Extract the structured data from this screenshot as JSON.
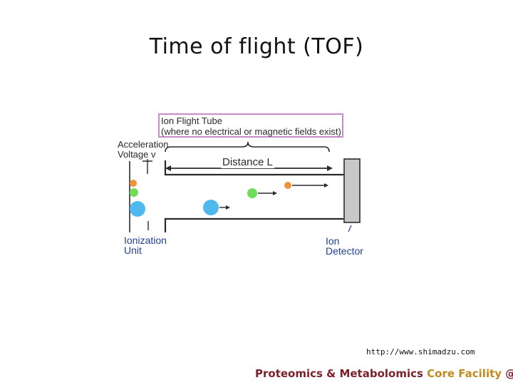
{
  "slide": {
    "title": "Time of flight (TOF)"
  },
  "diagram": {
    "tube_caption_line1": "Ion Flight Tube",
    "tube_caption_line2": "(where no electrical or magnetic fields exist)",
    "acceleration_line1": "Acceleration",
    "acceleration_line2": "Voltage v",
    "distance_label": "Distance L",
    "ionization_line1": "Ionization",
    "ionization_line2": "Unit",
    "detector_line1": "Ion",
    "detector_line2": "Detector",
    "colors": {
      "caption_border": "#c78bc9",
      "label_blue": "#1f3f8f",
      "ion_orange": "#f0923a",
      "ion_green": "#6fdc5a",
      "ion_blue": "#4fb8ee",
      "detector_gray": "#c8c8c8"
    }
  },
  "source": {
    "url": "http://www.shimadzu.com"
  },
  "footer": {
    "part1": "Proteomics & Metabolomics",
    "part2": "Core Facility",
    "part3": "@",
    "color_dark": "#7b1f2a",
    "color_gold": "#c28a1e"
  }
}
